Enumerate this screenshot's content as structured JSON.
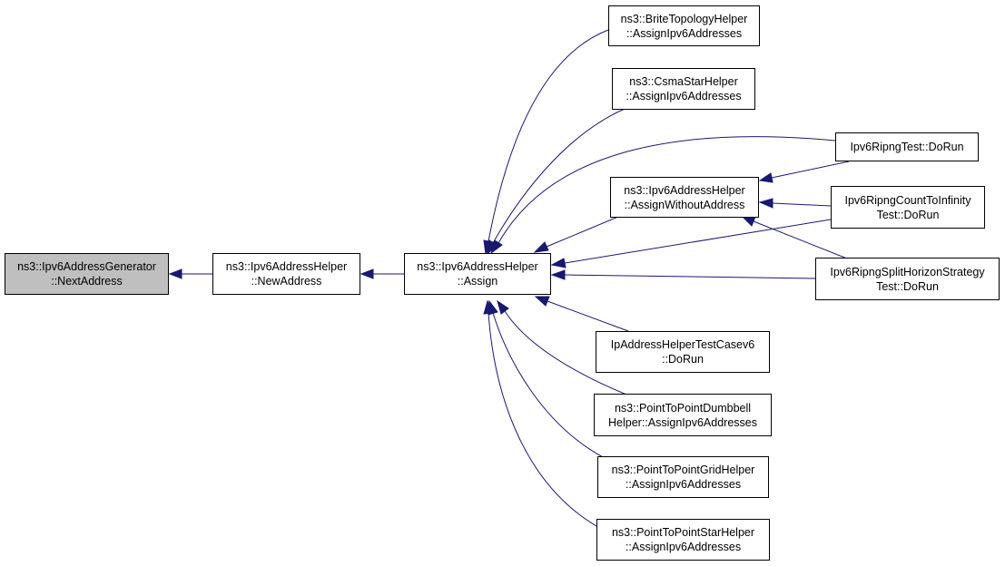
{
  "nodes": {
    "next_address": {
      "line1": "ns3::Ipv6AddressGenerator",
      "line2": "::NextAddress"
    },
    "new_address": {
      "line1": "ns3::Ipv6AddressHelper",
      "line2": "::NewAddress"
    },
    "assign": {
      "line1": "ns3::Ipv6AddressHelper",
      "line2": "::Assign"
    },
    "brite": {
      "line1": "ns3::BriteTopologyHelper",
      "line2": "::AssignIpv6Addresses"
    },
    "csma_star": {
      "line1": "ns3::CsmaStarHelper",
      "line2": "::AssignIpv6Addresses"
    },
    "assign_without": {
      "line1": "ns3::Ipv6AddressHelper",
      "line2": "::AssignWithoutAddress"
    },
    "ripng_test": {
      "line1": "Ipv6RipngTest::DoRun"
    },
    "ripng_count": {
      "line1": "Ipv6RipngCountToInfinity",
      "line2": "Test::DoRun"
    },
    "ripng_split": {
      "line1": "Ipv6RipngSplitHorizonStrategy",
      "line2": "Test::DoRun"
    },
    "ip_test_v6": {
      "line1": "IpAddressHelperTestCasev6",
      "line2": "::DoRun"
    },
    "p2p_dumbbell": {
      "line1": "ns3::PointToPointDumbbell",
      "line2": "Helper::AssignIpv6Addresses"
    },
    "p2p_grid": {
      "line1": "ns3::PointToPointGridHelper",
      "line2": "::AssignIpv6Addresses"
    },
    "p2p_star": {
      "line1": "ns3::PointToPointStarHelper",
      "line2": "::AssignIpv6Addresses"
    }
  },
  "colors": {
    "edge": "#191970",
    "focus_fill": "#bfbfbf",
    "node_border": "#000000"
  }
}
